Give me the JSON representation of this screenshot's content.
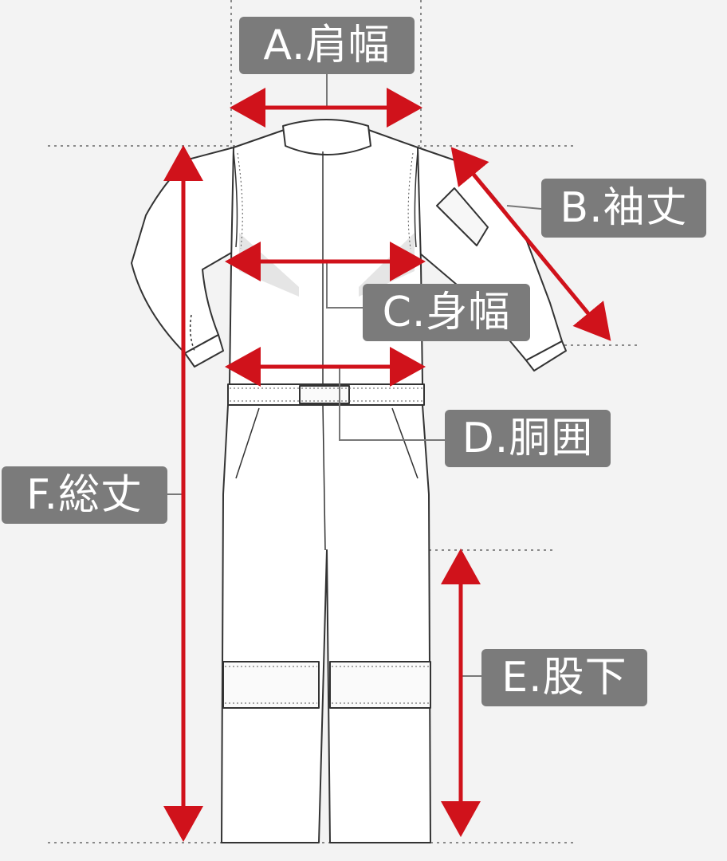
{
  "labels": {
    "a": "A.肩幅",
    "b": "B.袖丈",
    "c": "C.身幅",
    "d": "D.胴囲",
    "e": "E.股下",
    "f": "F.総丈"
  },
  "colors": {
    "background": "#f3f3f3",
    "label_bg": "#7b7b7b",
    "label_text": "#ffffff",
    "arrow": "#d0121b",
    "garment_line": "#333333",
    "leader_line": "#777777",
    "guide_dots": "#8a8a8a"
  },
  "icons": {
    "garment": "coverall-icon"
  }
}
